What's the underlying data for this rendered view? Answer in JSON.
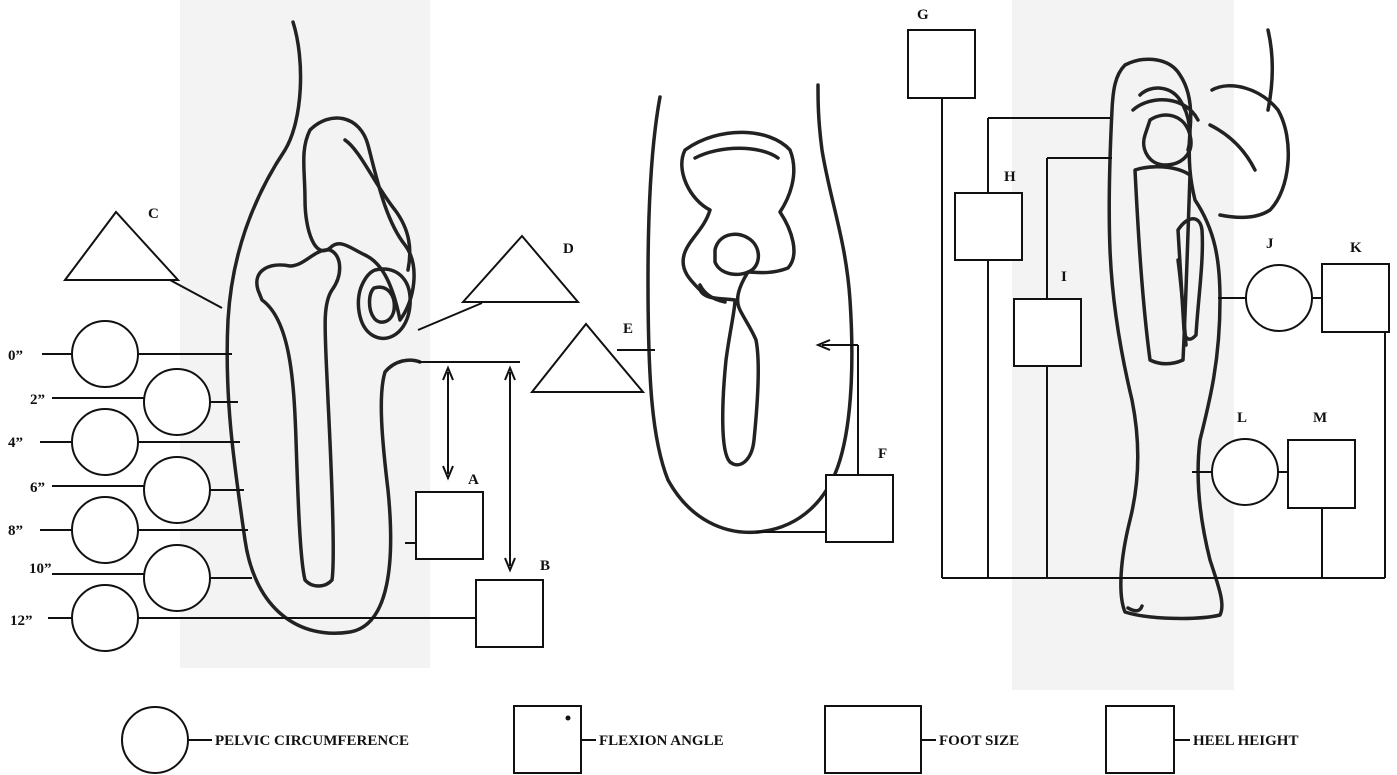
{
  "labels": {
    "a": "A",
    "b": "B",
    "c": "C",
    "d": "D",
    "e": "E",
    "f": "F",
    "g": "G",
    "h": "H",
    "i": "I",
    "j": "J",
    "k": "K",
    "l": "L",
    "m": "M"
  },
  "levels": [
    "0”",
    "2”",
    "4”",
    "6”",
    "8”",
    "10”",
    "12”"
  ],
  "legend": {
    "pelvic_circumference": "PELVIC CIRCUMFERENCE",
    "flexion_angle": "FLEXION ANGLE",
    "foot_size": "FOOT SIZE",
    "heel_height": "HEEL HEIGHT"
  },
  "colors": {
    "ink": "#222222",
    "paper": "#f3f3f3",
    "line": "#111111"
  }
}
